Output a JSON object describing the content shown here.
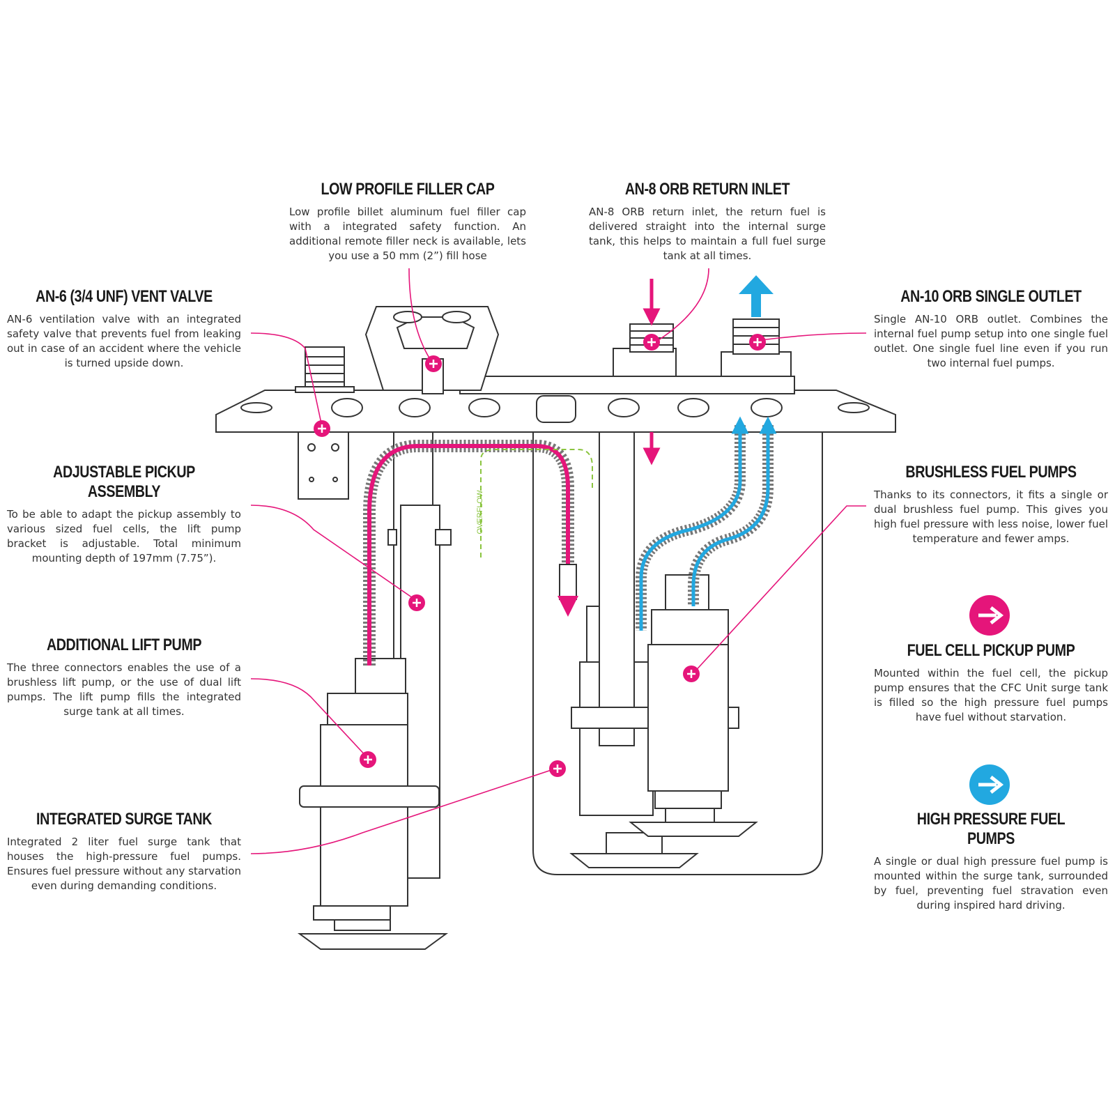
{
  "colors": {
    "magenta": "#e5157a",
    "blue": "#22a8e0",
    "green": "#8ac43f",
    "line": "#555555"
  },
  "callouts": {
    "filler_cap": {
      "title": "LOW PROFILE FILLER CAP",
      "text": "Low profile billet aluminum fuel filler cap with a integrated safety function. An additional remote filler neck is available, lets you use a 50 mm (2”) fill hose"
    },
    "return_inlet": {
      "title": "AN-8 ORB RETURN INLET",
      "text": "AN-8 ORB return inlet, the return fuel is delivered straight into the internal surge tank, this helps to maintain a full fuel surge tank at all times."
    },
    "vent_valve": {
      "title": "AN-6 (3/4 UNF) VENT VALVE",
      "text": "AN-6 ventilation valve with an integrated safety valve that prevents fuel from leaking out in case of an accident where the vehicle is turned upside down."
    },
    "single_outlet": {
      "title": "AN-10 ORB SINGLE OUTLET",
      "text": "Single AN-10 ORB outlet. Combines the internal fuel pump setup into one single fuel outlet. One single fuel line even if you run two internal fuel pumps."
    },
    "pickup_assembly": {
      "title": "ADJUSTABLE PICKUP ASSEMBLY",
      "text": "To be able to adapt the pickup assembly to various sized fuel cells, the lift pump bracket is adjustable. Total minimum mounting depth of 197mm (7.75”)."
    },
    "brushless_pumps": {
      "title": "BRUSHLESS FUEL PUMPS",
      "text": "Thanks to its connectors, it fits a single or dual brushless fuel pump. This gives you high fuel pressure with less noise, lower fuel temperature and fewer amps."
    },
    "lift_pump": {
      "title": "ADDITIONAL LIFT PUMP",
      "text": "The three connectors enables the use of a brushless lift pump, or the use of dual lift pumps. The lift pump fills the integrated surge tank at all times."
    },
    "cell_pickup_pump": {
      "title": "FUEL CELL PICKUP PUMP",
      "text": "Mounted within the fuel cell, the pickup pump ensures that the CFC Unit surge tank is filled so the high pressure fuel pumps have fuel without starvation."
    },
    "surge_tank": {
      "title": "INTEGRATED SURGE TANK",
      "text": "Integrated 2 liter fuel surge tank that houses the high-pressure fuel pumps. Ensures fuel pressure without any starvation even during demanding conditions."
    },
    "hp_pumps": {
      "title": "HIGH PRESSURE FUEL PUMPS",
      "text": "A single or dual high pressure fuel pump is mounted within the surge tank, surrounded by fuel, preventing fuel stravation even during inspired hard driving."
    }
  },
  "overflow_label": "OVERFLOW"
}
